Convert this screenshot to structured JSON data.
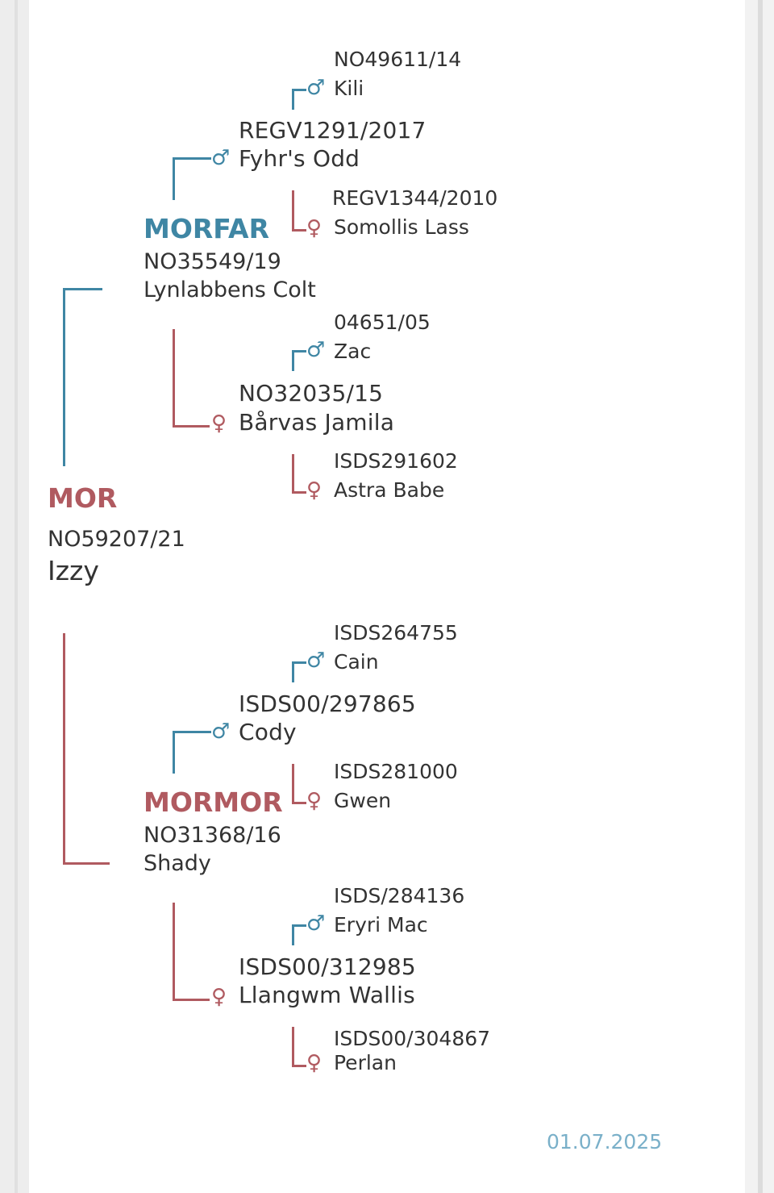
{
  "colors": {
    "male": "#3f86a4",
    "female": "#b05a60",
    "date": "#7ab0c9"
  },
  "icons": {
    "male": "male-symbol-icon",
    "female": "female-symbol-icon"
  },
  "mor": {
    "label": "MOR",
    "reg": "NO59207/21",
    "name": "Izzy"
  },
  "morfar": {
    "label": "MORFAR",
    "reg": "NO35549/19",
    "name": "Lynlabbens Colt",
    "sire": {
      "reg": "REGV1291/2017",
      "name": "Fyhr's Odd",
      "sire": {
        "reg": "NO49611/14",
        "name": "Kili"
      },
      "dam": {
        "reg": "REGV1344/2010",
        "name": "Somollis Lass"
      }
    },
    "dam": {
      "reg": "NO32035/15",
      "name": "Bårvas Jamila",
      "sire": {
        "reg": "04651/05",
        "name": "Zac"
      },
      "dam": {
        "reg": "ISDS291602",
        "name": "Astra Babe"
      }
    }
  },
  "mormor": {
    "label": "MORMOR",
    "reg": "NO31368/16",
    "name": "Shady",
    "sire": {
      "reg": "ISDS00/297865",
      "name": "Cody",
      "sire": {
        "reg": "ISDS264755",
        "name": "Cain"
      },
      "dam": {
        "reg": "ISDS281000",
        "name": "Gwen"
      }
    },
    "dam": {
      "reg": "ISDS00/312985",
      "name": "Llangwm Wallis",
      "sire": {
        "reg": "ISDS/284136",
        "name": "Eryri Mac"
      },
      "dam": {
        "reg": "ISDS00/304867",
        "name": "Perlan"
      }
    }
  },
  "date": "01.07.2025"
}
